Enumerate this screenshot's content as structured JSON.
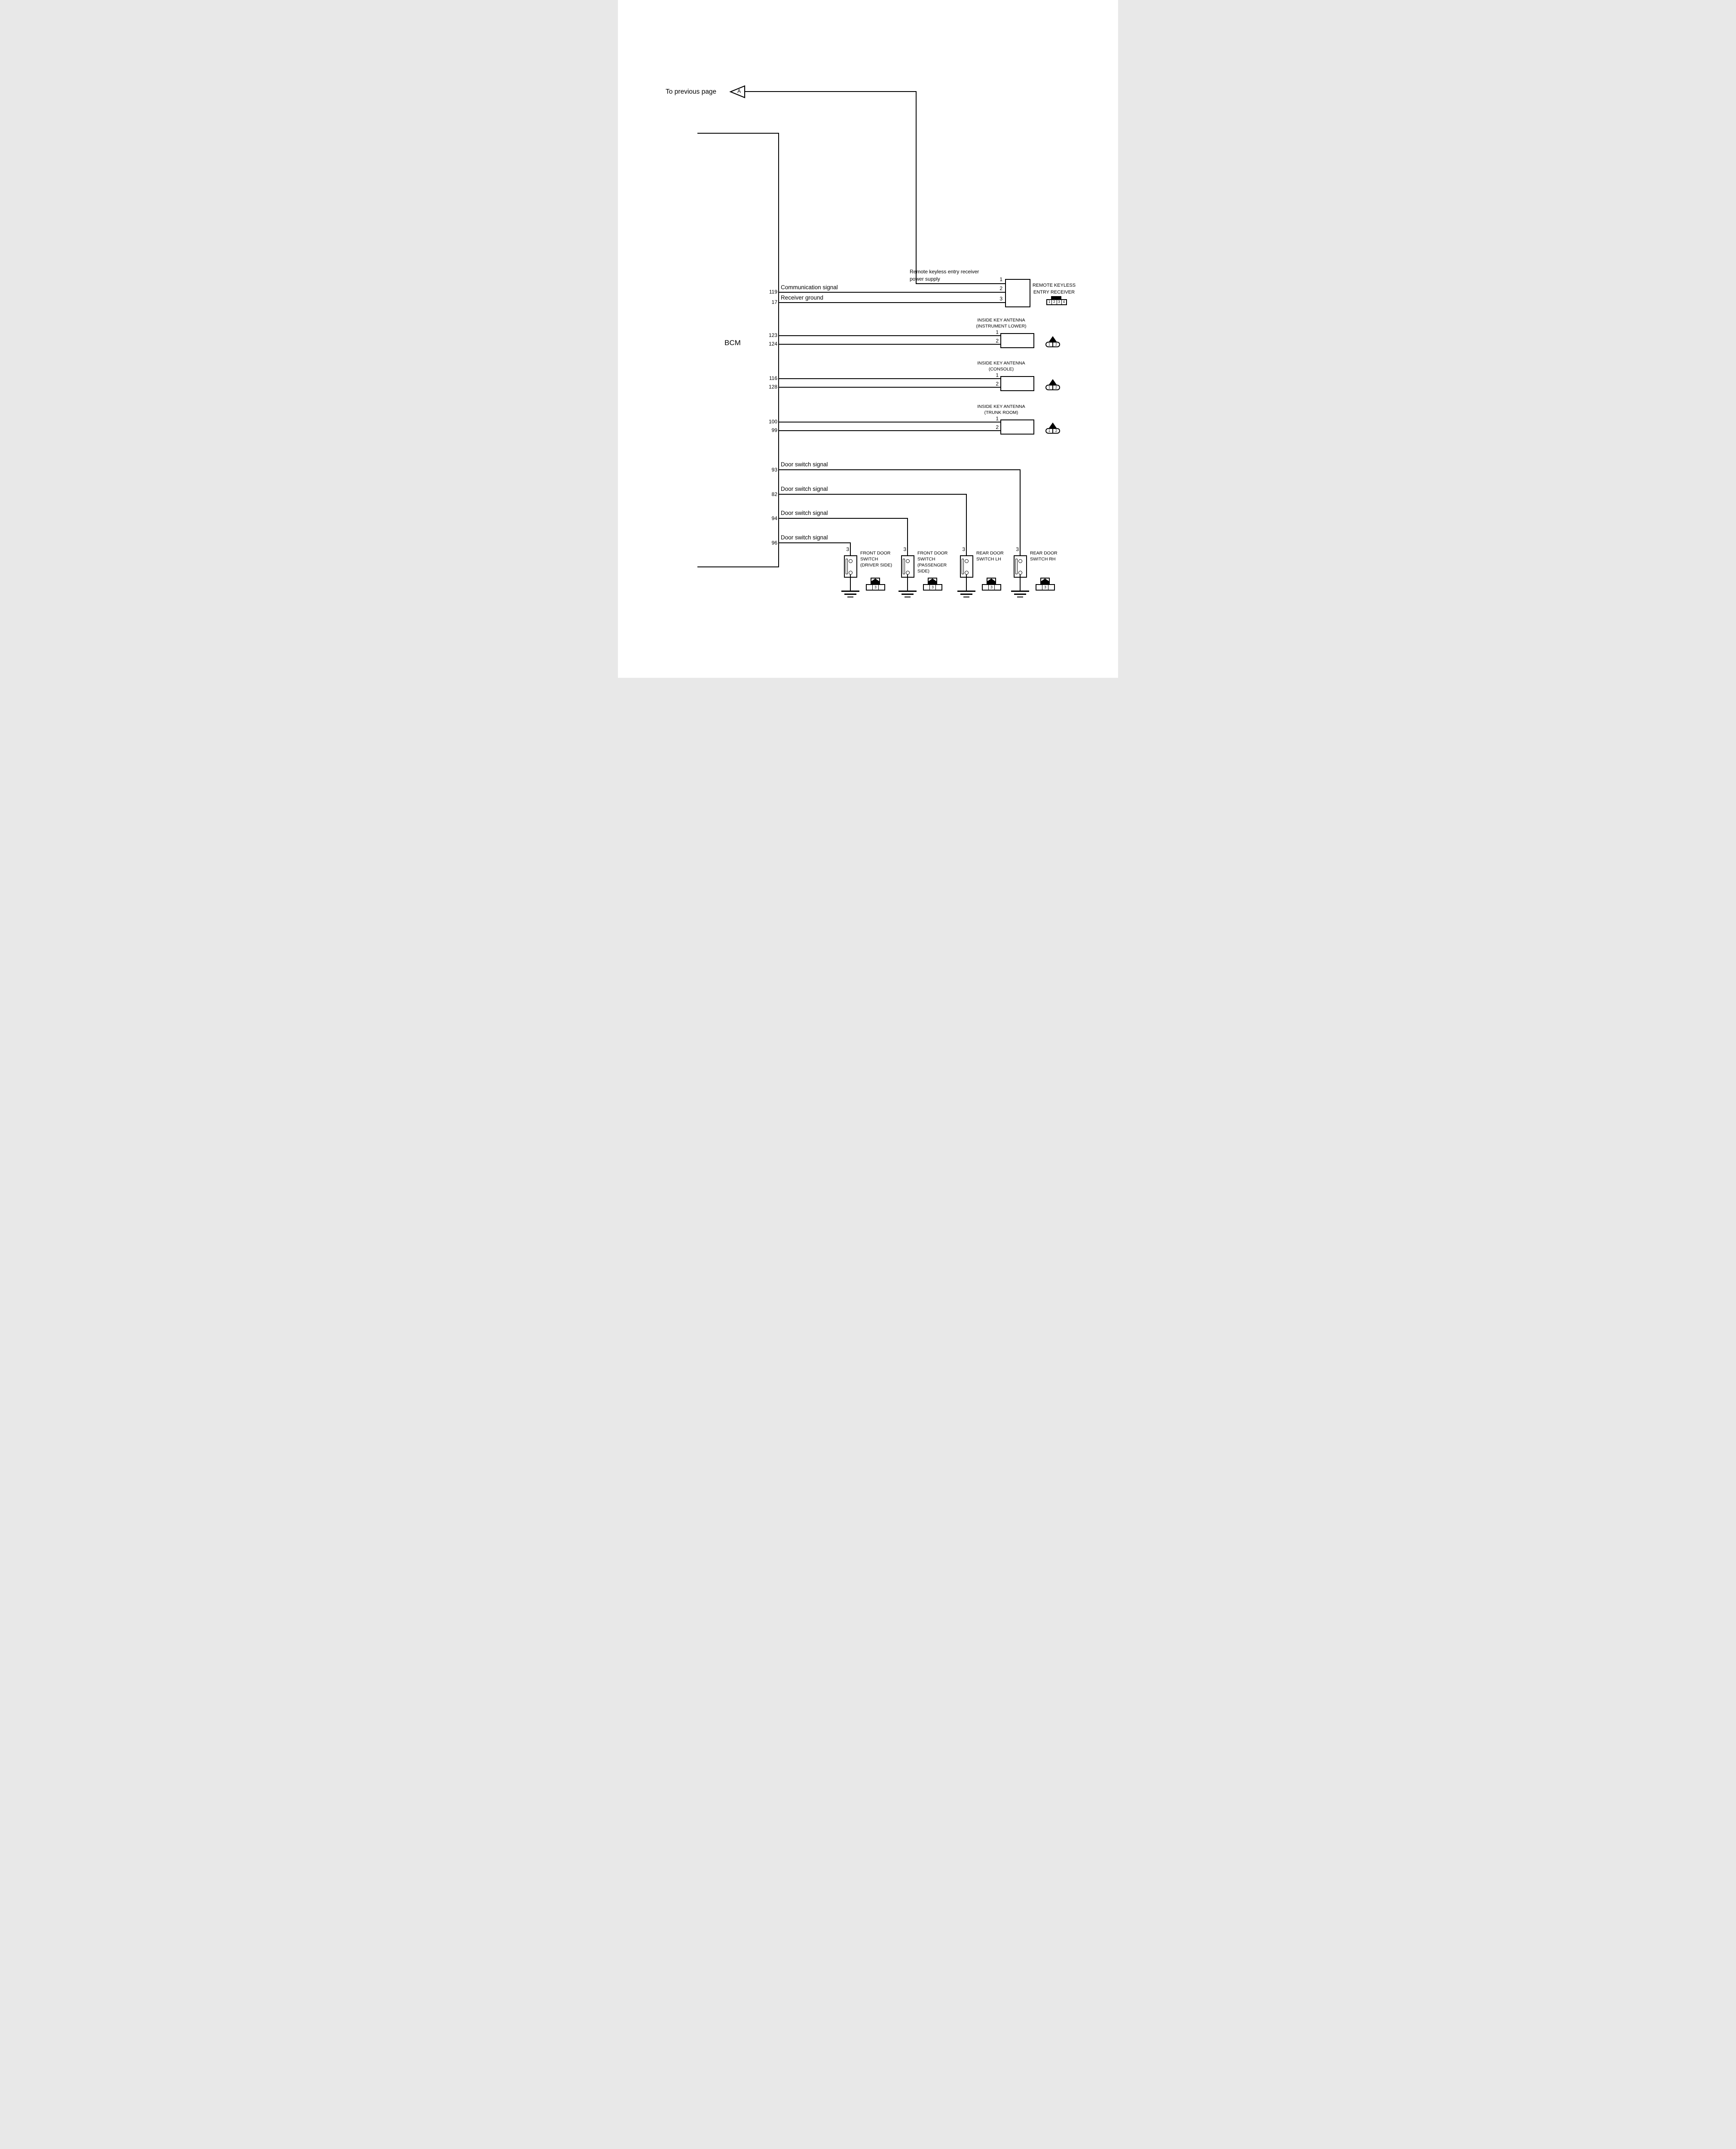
{
  "page": {
    "to_previous": "To previous page",
    "arrow_label": "A",
    "bcm_label": "BCM",
    "background": "#ffffff",
    "line_color": "#000000"
  },
  "receiver": {
    "power_label_line1": "Remote keyless entry receiver",
    "power_label_line2": "power supply",
    "power_pin": "1",
    "signals": [
      {
        "bcm_pin": "119",
        "label": "Communication signal",
        "component_pin": "2"
      },
      {
        "bcm_pin": "17",
        "label": "Receiver ground",
        "component_pin": "3"
      }
    ],
    "name_line1": "REMOTE KEYLESS",
    "name_line2": "ENTRY RECEIVER",
    "connector_cells": [
      "1",
      "2",
      "3",
      "4"
    ]
  },
  "antennas": [
    {
      "title": "INSIDE KEY ANTENNA",
      "subtitle": "(INSTRUMENT LOWER)",
      "bcm_pins": [
        "123",
        "124"
      ],
      "component_pins": [
        "1",
        "2"
      ],
      "connector_cells": [
        "1",
        "2"
      ]
    },
    {
      "title": "INSIDE KEY ANTENNA",
      "subtitle": "(CONSOLE)",
      "bcm_pins": [
        "116",
        "128"
      ],
      "component_pins": [
        "1",
        "2"
      ],
      "connector_cells": [
        "1",
        "2"
      ]
    },
    {
      "title": "INSIDE KEY ANTENNA",
      "subtitle": "(TRUNK ROOM)",
      "bcm_pins": [
        "100",
        "99"
      ],
      "component_pins": [
        "1",
        "2"
      ],
      "connector_cells": [
        "1",
        "2"
      ]
    }
  ],
  "door_rows": [
    {
      "bcm_pin": "93",
      "label": "Door switch signal"
    },
    {
      "bcm_pin": "82",
      "label": "Door switch signal"
    },
    {
      "bcm_pin": "94",
      "label": "Door switch signal"
    },
    {
      "bcm_pin": "96",
      "label": "Door switch signal"
    }
  ],
  "switches": [
    {
      "component_pin": "3",
      "name_line1": "FRONT DOOR",
      "name_line2": "SWITCH",
      "name_line3": "(DRIVER SIDE)",
      "name_line4": "",
      "connector_cell": "3"
    },
    {
      "component_pin": "3",
      "name_line1": "FRONT DOOR",
      "name_line2": "SWITCH",
      "name_line3": "(PASSENGER",
      "name_line4": "SIDE)",
      "connector_cell": "3"
    },
    {
      "component_pin": "3",
      "name_line1": "REAR DOOR",
      "name_line2": "SWITCH LH",
      "name_line3": "",
      "name_line4": "",
      "connector_cell": "3"
    },
    {
      "component_pin": "3",
      "name_line1": "REAR DOOR",
      "name_line2": "SWITCH RH",
      "name_line3": "",
      "name_line4": "",
      "connector_cell": "3"
    }
  ]
}
